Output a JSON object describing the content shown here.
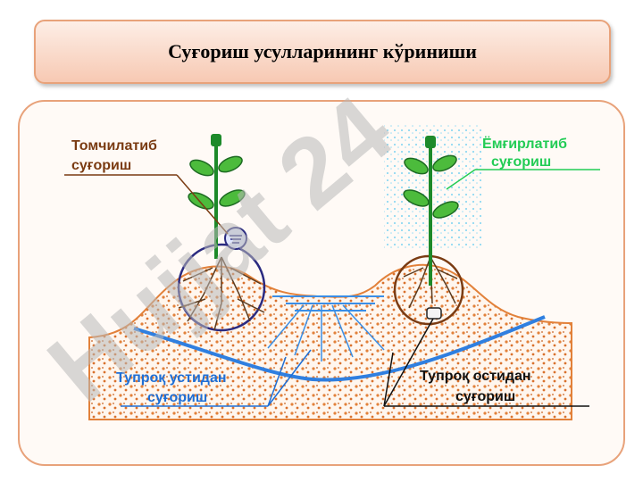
{
  "title": "Суғориш усулларининг кўриниши",
  "labels": {
    "drip_line1": "Томчилатиб",
    "drip_line2": "суғориш",
    "sprinkler_line1": "Ёмғирлатиб",
    "sprinkler_line2": "суғориш",
    "surface_line1": "Тупроқ устидан",
    "surface_line2": "суғориш",
    "subsurface_line1": "Тупроқ остидан",
    "subsurface_line2": "суғориш"
  },
  "watermark": "Hujjat 24",
  "colors": {
    "drip": "#7a3b12",
    "sprinkler": "#22cc55",
    "surface": "#1f6fd6",
    "subsurface": "#111111",
    "soil": "#e2813a",
    "plant": "#1d8a2a",
    "water": "#3a8ee6",
    "watermark_purple": "#c9a3f2",
    "watermark_gray": "#b9b9b9"
  }
}
